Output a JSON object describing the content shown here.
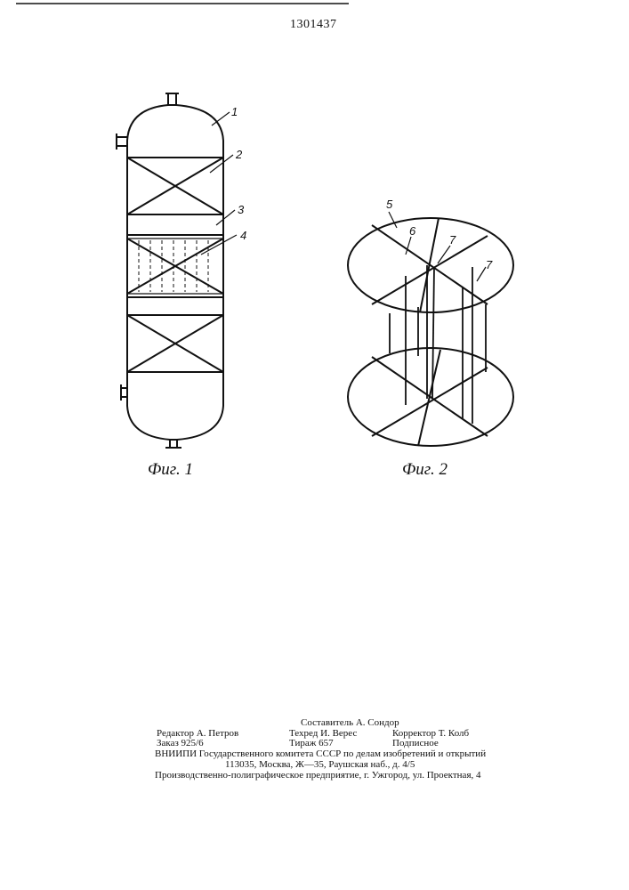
{
  "header": {
    "patent_number": "1301437"
  },
  "figures": {
    "fig1": {
      "caption": "Фиг. 1",
      "labels": [
        "1",
        "2",
        "3",
        "4"
      ]
    },
    "fig2": {
      "caption": "Фиг. 2",
      "labels": [
        "5",
        "6",
        "7",
        "7"
      ]
    }
  },
  "footer": {
    "compiler": "Составитель А. Сондор",
    "editor": "Редактор А. Петров",
    "tech_editor": "Техред И. Верес",
    "corrector": "Корректор Т. Колб",
    "order": "Заказ 925/6",
    "circulation": "Тираж 657",
    "subscription": "Подписное",
    "org_line1": "ВНИИПИ Государственного комитета СССР по делам изобретений и открытий",
    "org_line2": "113035, Москва, Ж—35, Раушская наб., д. 4/5",
    "printer": "Производственно-полиграфическое предприятие, г. Ужгород, ул. Проектная, 4"
  }
}
